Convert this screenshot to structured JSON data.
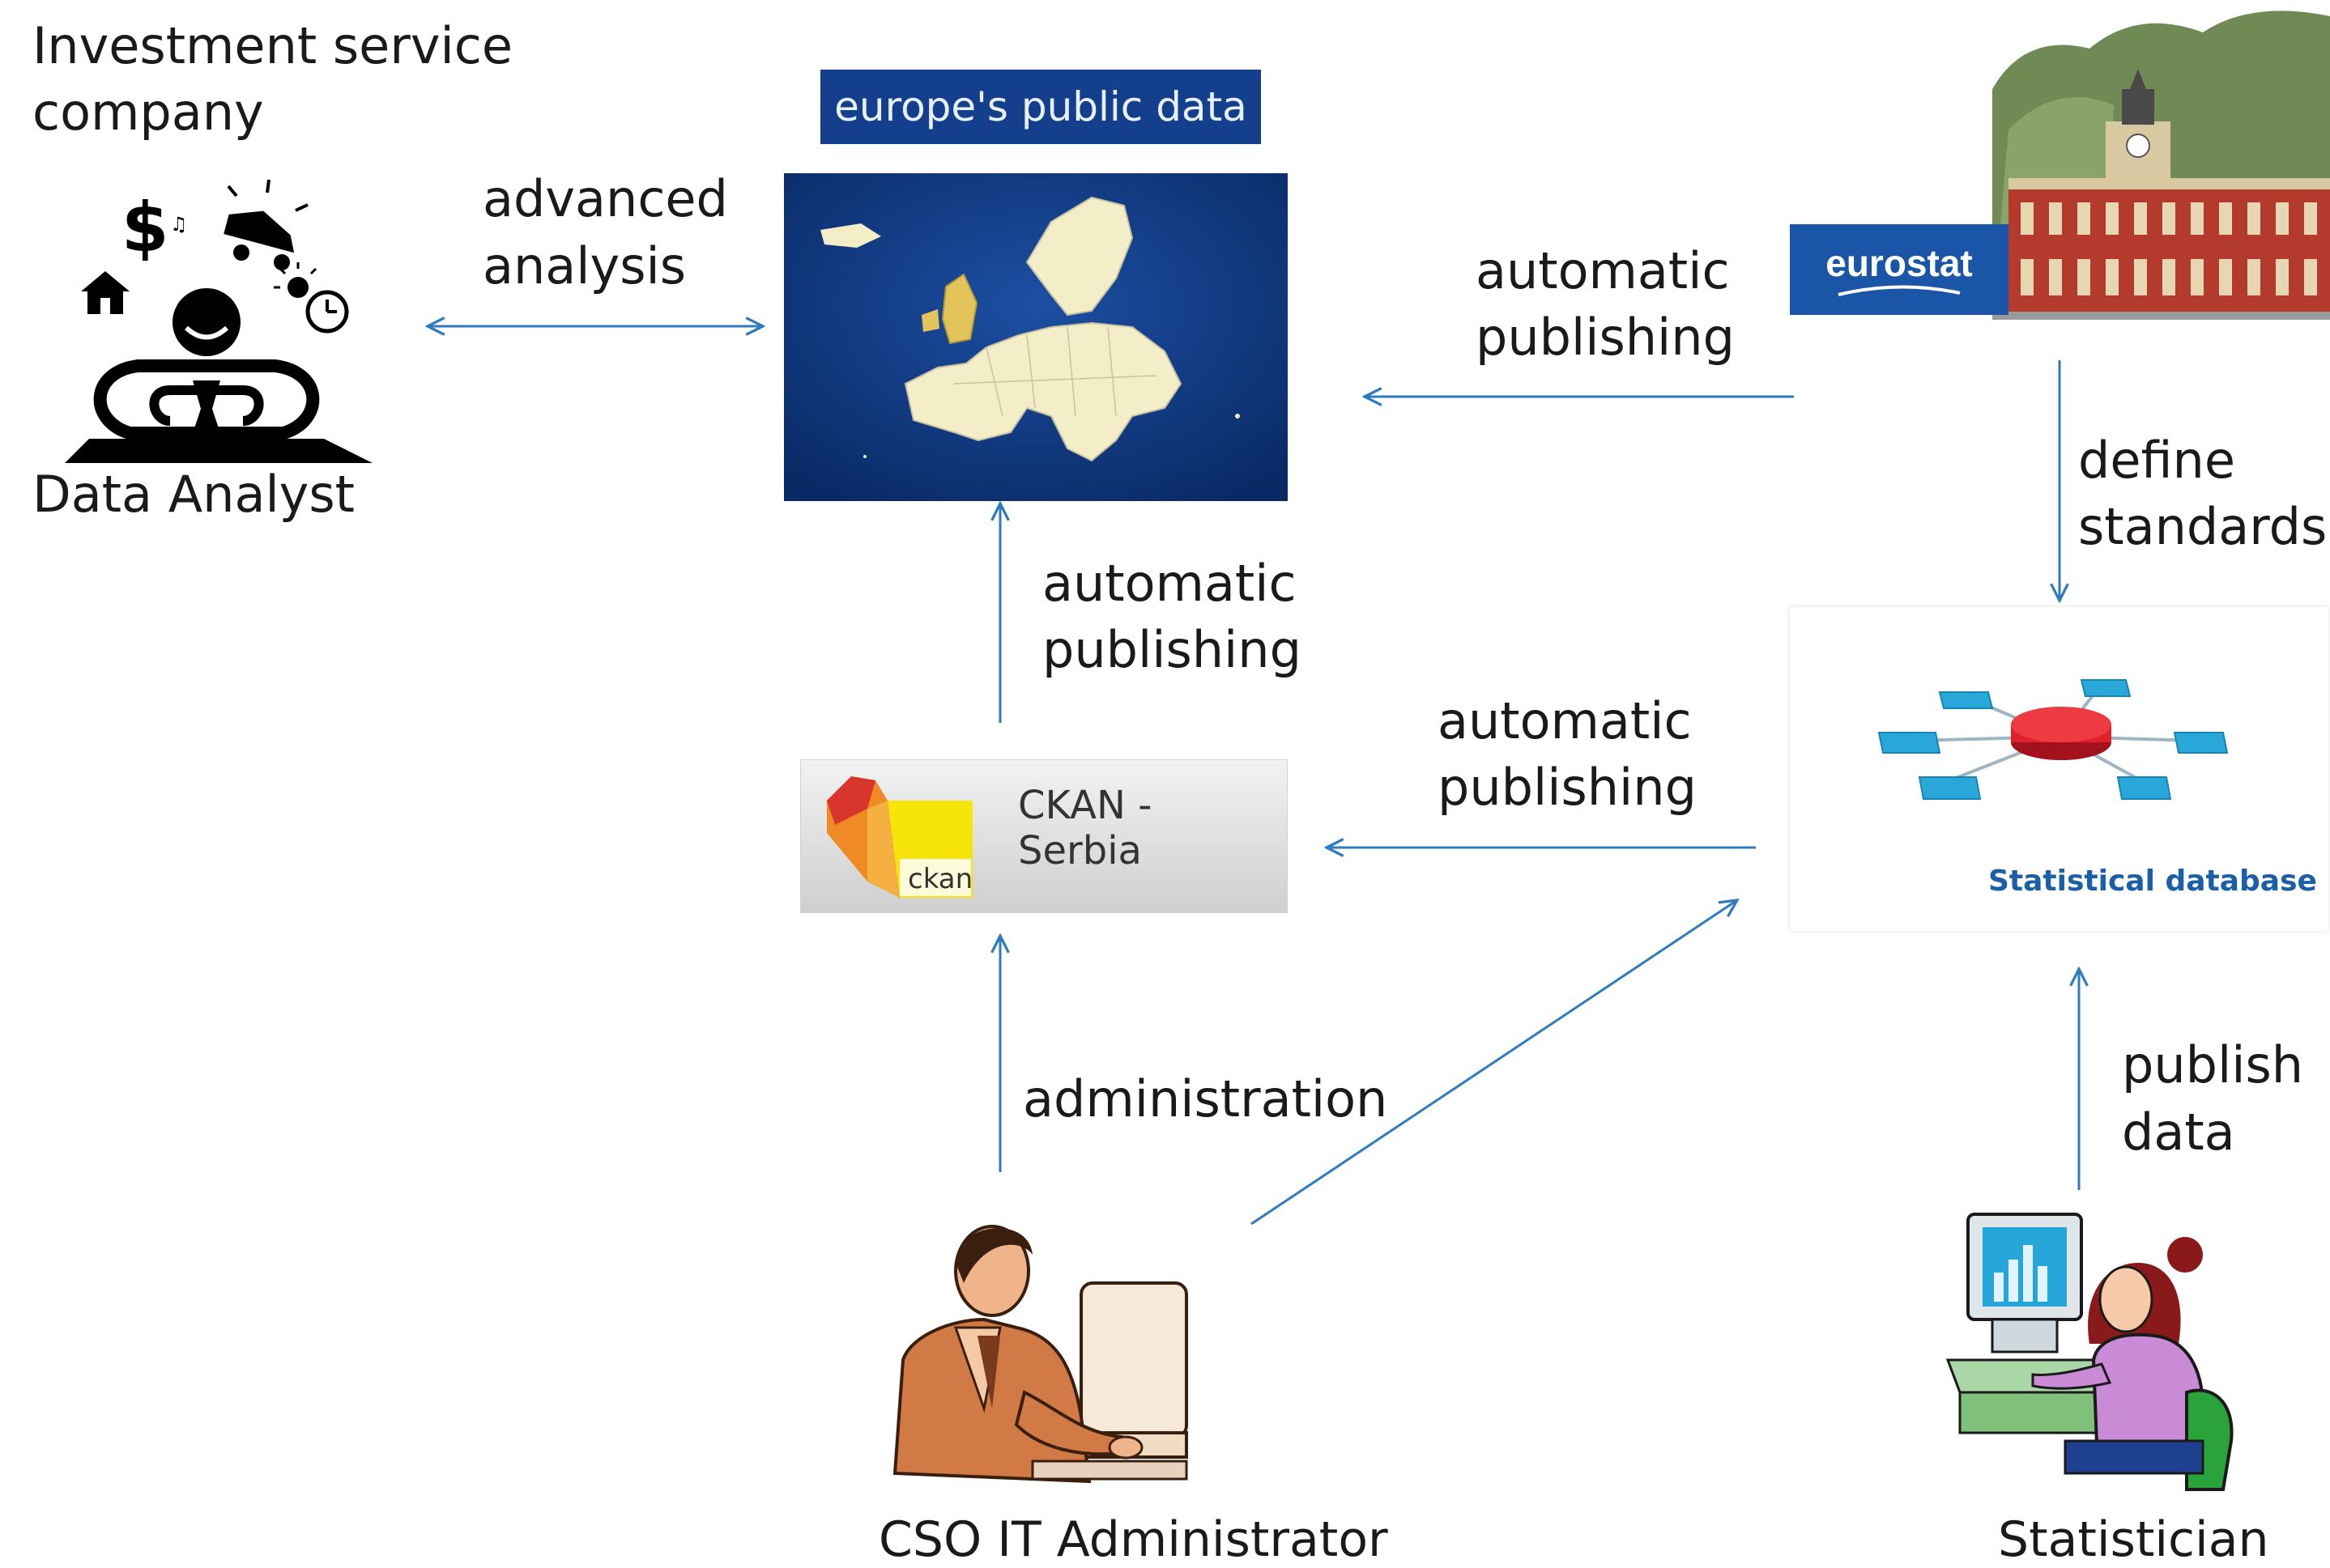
{
  "company": {
    "line1": "Investment service",
    "line2": "company"
  },
  "actors": {
    "analyst": "Data Analyst",
    "admin": "CSO IT Administrator",
    "statistician": "Statistician"
  },
  "europe_portal": {
    "banner": "europe's public data"
  },
  "eurostat": {
    "logo": "eurostat"
  },
  "ckan": {
    "logo_text": "ckan",
    "title": "CKAN - Serbia"
  },
  "stat_db": {
    "caption": "Statistical database"
  },
  "edges": {
    "advanced_analysis": {
      "line1": "advanced",
      "line2": "analysis"
    },
    "eurostat_to_portal": {
      "line1": "automatic",
      "line2": "publishing"
    },
    "define_standards": {
      "line1": "define",
      "line2": "standards"
    },
    "ckan_to_portal": {
      "line1": "automatic",
      "line2": "publishing"
    },
    "db_to_ckan": {
      "line1": "automatic",
      "line2": "publishing"
    },
    "administration": "administration",
    "publish_data": {
      "line1": "publish",
      "line2": "data"
    }
  },
  "colors": {
    "arrow": "#2e7bbf",
    "banner": "#133f8c",
    "map_bg": "#0d2f6e",
    "db_node": "#2aa7d9",
    "db_hub": "#e0202a"
  }
}
